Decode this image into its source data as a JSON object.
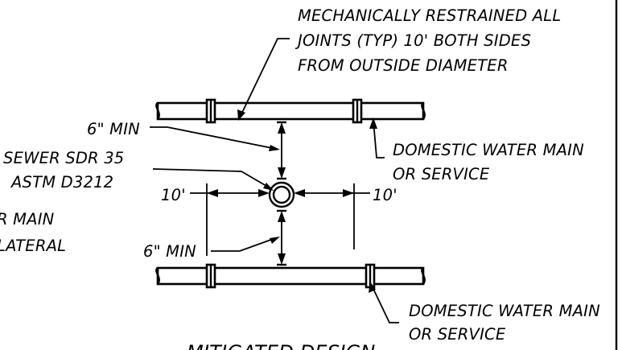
{
  "labels": {
    "restrained_line1": "MECHANICALLY RESTRAINED ALL",
    "restrained_line2": "JOINTS (TYP) 10' BOTH SIDES",
    "restrained_line3": "FROM OUTSIDE DIAMETER",
    "min_top": "6\" MIN",
    "min_bottom": "6\" MIN",
    "sewer_line1": "SEWER SDR 35",
    "sewer_line2": "ASTM D3212",
    "dist_left": "10'",
    "dist_right": "10'",
    "water_top_line1": "DOMESTIC WATER MAIN",
    "water_top_line2": "OR SERVICE",
    "water_bottom_line1": "DOMESTIC WATER MAIN",
    "water_bottom_line2": "OR SERVICE",
    "left_cut_line1": "R MAIN",
    "left_cut_line2": "LATERAL",
    "bottom_title": "MITIGATED DESIGN"
  }
}
